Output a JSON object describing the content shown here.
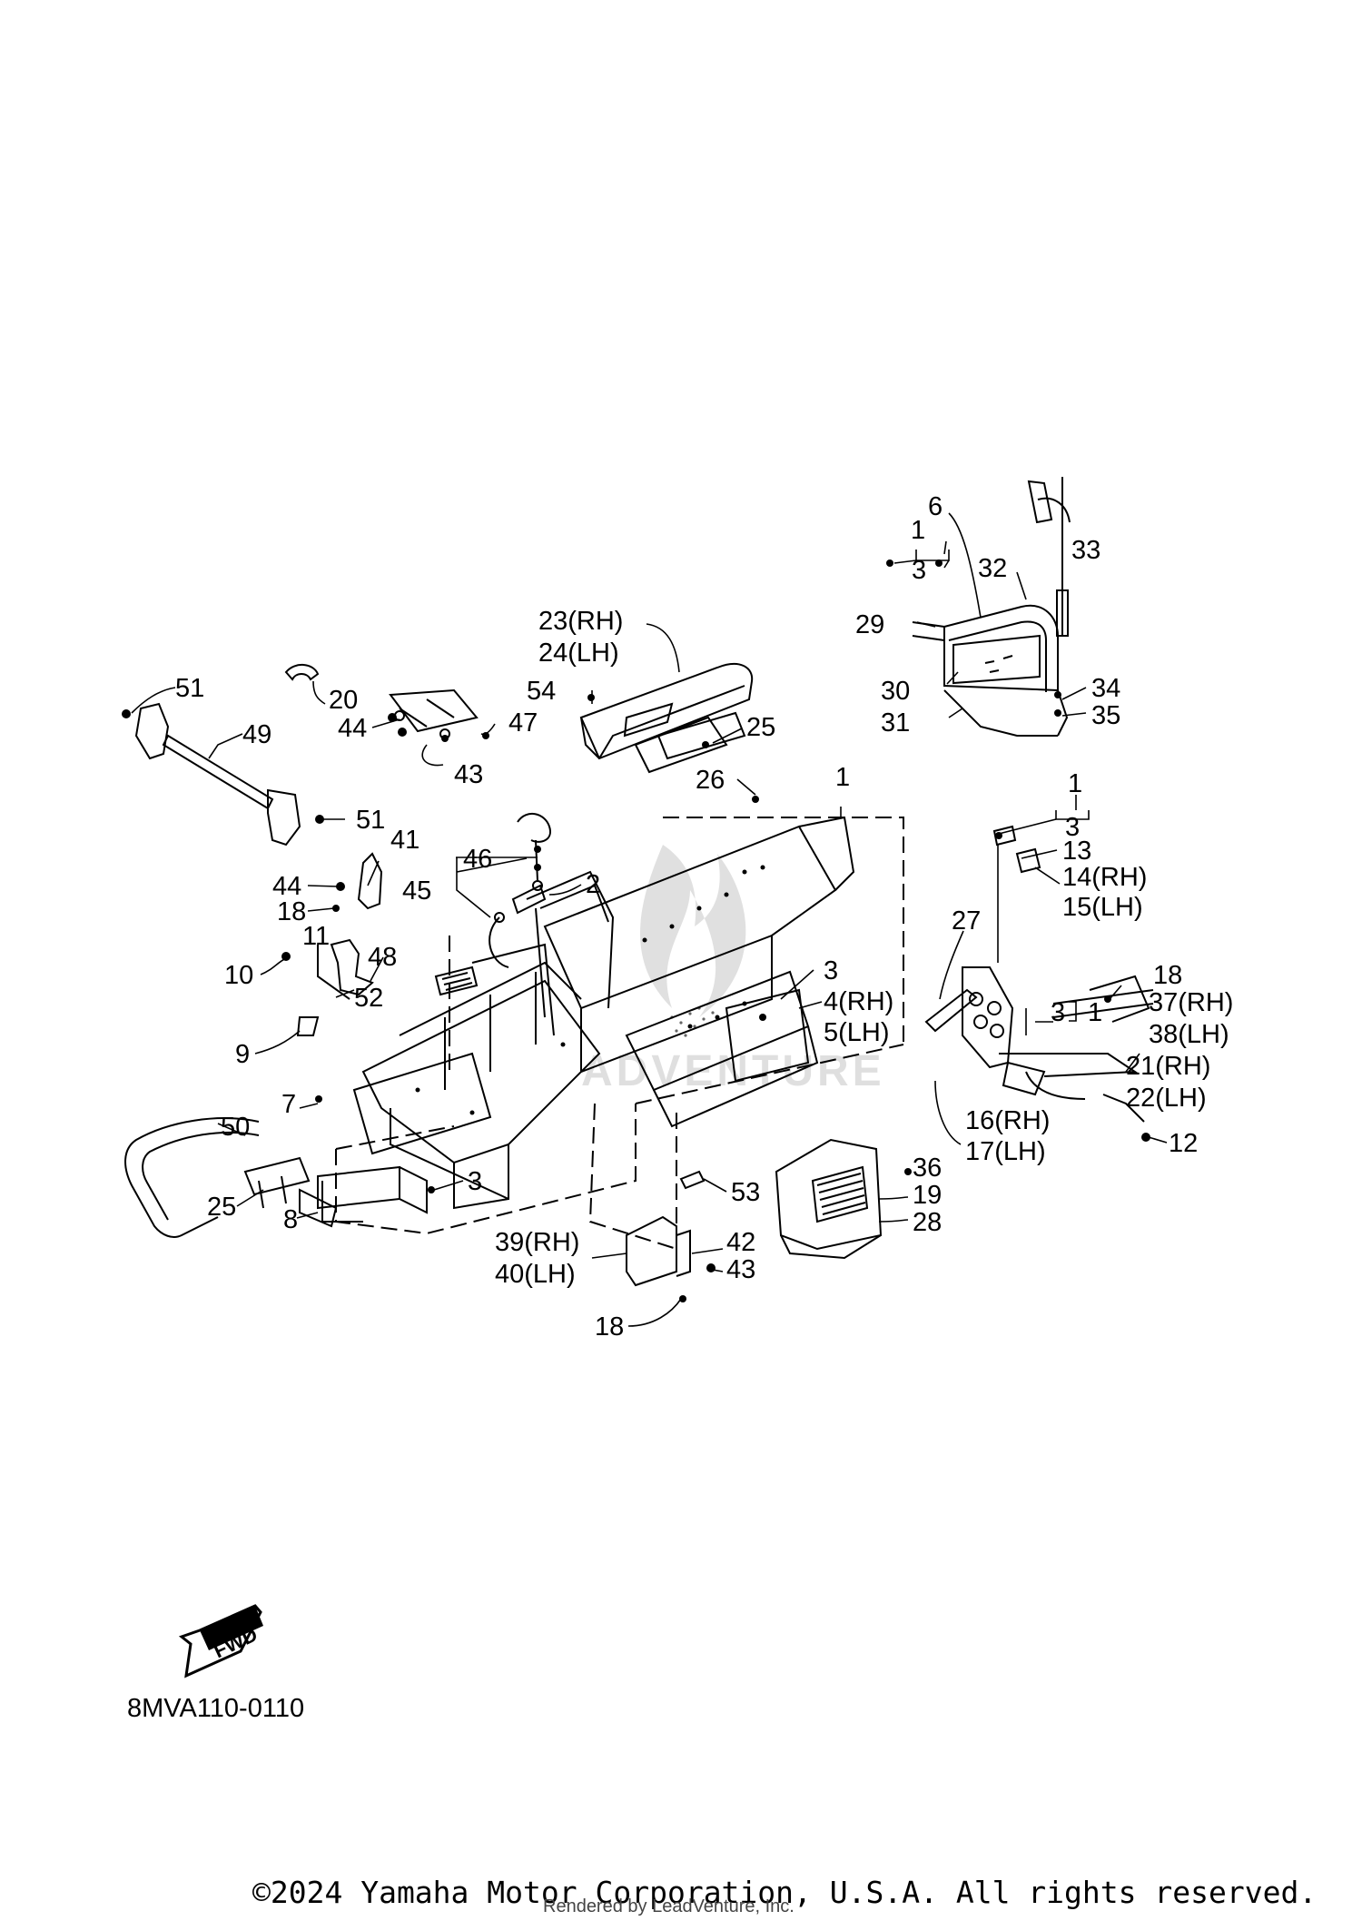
{
  "diagram_code": "8MVA110-0110",
  "copyright": "©2024 Yamaha Motor Corporation, U.S.A. All rights reserved.",
  "rendered_by": "Rendered by LeadVenture, Inc.",
  "fwd_label": "FWD",
  "watermark_text": "ADVENTURE",
  "callouts": {
    "c1_top": "1",
    "c3_top": "3",
    "c6": "6",
    "c32": "32",
    "c33": "33",
    "c29": "29",
    "c30": "30",
    "c31": "31",
    "c34": "34",
    "c35": "35",
    "c23": "23(RH)",
    "c24": "24(LH)",
    "c54": "54",
    "c25_top": "25",
    "c26": "26",
    "c51_a": "51",
    "c20": "20",
    "c49": "49",
    "c44_a": "44",
    "c47": "47",
    "c43_a": "43",
    "c51_b": "51",
    "c1_mid": "1",
    "c46": "46",
    "c45": "45",
    "c2": "2",
    "c41": "41",
    "c44_b": "44",
    "c18_a": "18",
    "c11": "11",
    "c48": "48",
    "c52": "52",
    "c10": "10",
    "c9": "9",
    "c1_right": "1",
    "c3_right": "3",
    "c13": "13",
    "c14": "14(RH)",
    "c15": "15(LH)",
    "c27": "27",
    "c3_mid": "3",
    "c4": "4(RH)",
    "c5": "5(LH)",
    "c3_r2": "3",
    "c1_r2": "1",
    "c18_b": "18",
    "c37": "37(RH)",
    "c38": "38(LH)",
    "c21": "21(RH)",
    "c22": "22(LH)",
    "c16": "16(RH)",
    "c17": "17(LH)",
    "c12": "12",
    "c7": "7",
    "c50": "50",
    "c3_low": "3",
    "c25_low": "25",
    "c8": "8",
    "c53": "53",
    "c36": "36",
    "c19": "19",
    "c28": "28",
    "c39": "39(RH)",
    "c40": "40(LH)",
    "c42": "42",
    "c43_b": "43",
    "c18_c": "18"
  }
}
